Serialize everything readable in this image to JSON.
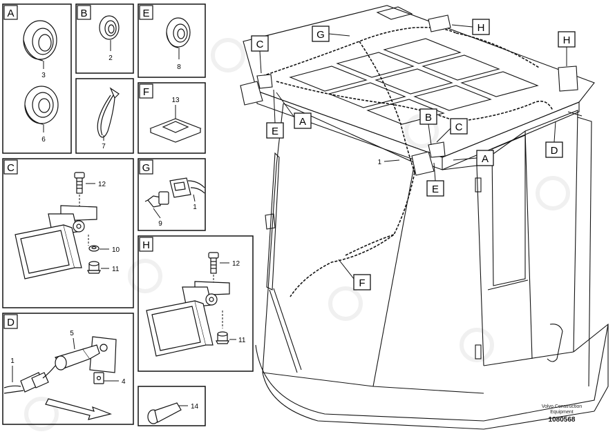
{
  "panels": {
    "A": {
      "letter": "A",
      "callouts": [
        "3",
        "6"
      ]
    },
    "B": {
      "letter": "B",
      "callouts": [
        "2"
      ]
    },
    "E": {
      "letter": "E",
      "callouts": [
        "8"
      ]
    },
    "tie": {
      "callouts": [
        "7"
      ]
    },
    "F": {
      "letter": "F",
      "callouts": [
        "13"
      ]
    },
    "C": {
      "letter": "C",
      "callouts": [
        "12",
        "10",
        "11"
      ]
    },
    "G": {
      "letter": "G",
      "callouts": [
        "9",
        "1"
      ]
    },
    "H": {
      "letter": "H",
      "callouts": [
        "12",
        "11"
      ]
    },
    "D": {
      "letter": "D",
      "callouts": [
        "5",
        "1",
        "4"
      ]
    },
    "pin": {
      "callouts": [
        "14"
      ]
    }
  },
  "main": {
    "tags": [
      "G",
      "H",
      "C",
      "H",
      "A",
      "E",
      "B",
      "C",
      "D",
      "A",
      "E",
      "F"
    ],
    "callouts": [
      "1"
    ]
  },
  "footer": {
    "credit_line1": "Volvo Construction",
    "credit_line2": "Equipment",
    "doc_number": "1080568"
  },
  "colors": {
    "line": "#111111",
    "paper": "#ffffff",
    "watermark": "#e8e8e8"
  }
}
